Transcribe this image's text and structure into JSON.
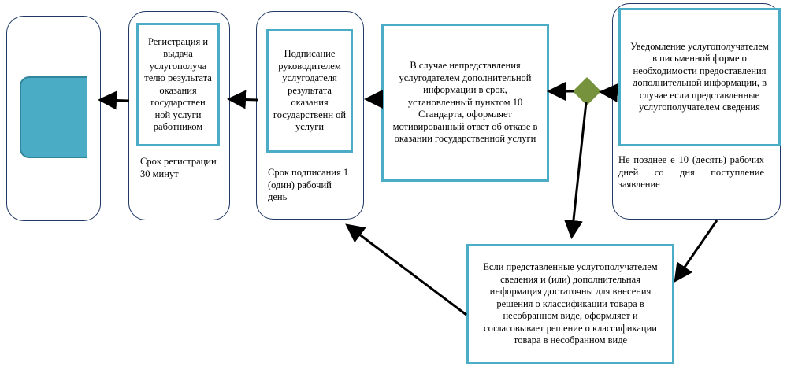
{
  "lanes": [
    {
      "box": "",
      "note": ""
    },
    {
      "box": "Регистрация и выдача услугополуча телю результата оказания государствен ной услуги работником",
      "note": "Срок регистрации 30 минут"
    },
    {
      "box": "Подписание руководителем услугодателя результата оказания государственн ой услуги",
      "note": "Срок подписания 1 (один) рабочий день"
    },
    {
      "box": "В случае непредставления услугодателем дополнительной информации в срок, установленный пунктом 10 Стандарта, оформляет мотивированный ответ об отказе в оказании государственной услуги"
    },
    {
      "box": "Уведомление услугополучателем в письменной форме о необходимости предоставления дополнительной информации, в случае если представленные услугополучателем сведения",
      "note": "Не позднее е 10 (десять) рабочих дней со дня поступление заявление"
    }
  ],
  "bottom_box": "Если представленные услугополучателем сведения и (или) дополнительная информация достаточны для внесения решения о классификации товара в несобранном виде, оформляет и согласовывает решение о классификации товара в несобранном виде",
  "colors": {
    "box_border": "#4bacc6",
    "lane_border": "#1f3864",
    "terminal_fill": "#4bacc6",
    "decision_fill": "#76923c"
  }
}
